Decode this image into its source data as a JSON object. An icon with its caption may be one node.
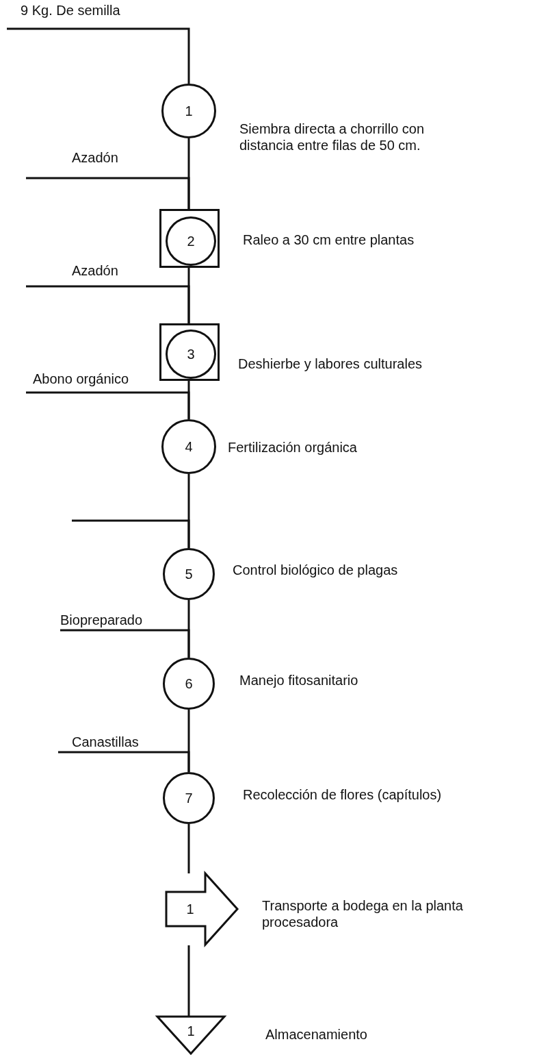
{
  "diagram": {
    "nodes": [
      {
        "text": [
          "9 Kg. De semilla"
        ]
      },
      {
        "text": [
          "1"
        ],
        "beside": [
          "Siembra directa a chorrillo con distancia entre filas de 50 cm."
        ]
      },
      {
        "text": [
          "Azadón"
        ]
      },
      {
        "text": [],
        "shape": "box",
        "beside": [
          "Raleo a 30 cm entre plantas"
        ]
      },
      {
        "text": [
          "2"
        ],
        "in": 3
      },
      {
        "text": [
          "Azadón"
        ]
      },
      {
        "text": [],
        "shape": "box",
        "beside": [
          "Deshierbe y labores culturales"
        ]
      },
      {
        "text": [
          "3"
        ],
        "in": 6
      },
      {
        "text": [
          "Abono orgánico"
        ]
      },
      {
        "text": [
          "4"
        ],
        "beside": [
          "Fertilización orgánica"
        ]
      },
      {
        "text": [
          "5"
        ],
        "beside": [
          "Control biológico de plagas"
        ]
      },
      {
        "text": [
          "Biopreparado"
        ]
      },
      {
        "text": [
          "6"
        ],
        "beside": [
          "Manejo fitosanitario"
        ]
      },
      {
        "text": [
          "Canastillas"
        ]
      },
      {
        "text": [
          "7"
        ],
        "beside": [
          "Recolección de flores (capítulos)"
        ]
      },
      {
        "text": [],
        "shape": "arrow",
        "beside": [
          "Transporte a bodega en la planta procesadora"
        ]
      },
      {
        "text": [
          "1"
        ],
        "in": 15
      },
      {
        "text": [],
        "shape": "triangle",
        "beside": [
          "Almacenamiento"
        ]
      },
      {
        "text": [
          "1"
        ],
        "in": 17
      }
    ],
    "edges": [
      {
        "from": 0,
        "to": 1,
        "arrow": "none"
      },
      {
        "from": 1,
        "to": 3,
        "arrow": "none"
      },
      {
        "from": 2,
        "to": 3,
        "arrow": "none"
      },
      {
        "from": 3,
        "to": 6,
        "arrow": "none"
      },
      {
        "from": 5,
        "to": 6,
        "arrow": "none"
      },
      {
        "from": 6,
        "to": 9,
        "arrow": "none"
      },
      {
        "from": 8,
        "to": 9,
        "arrow": "none"
      },
      {
        "from": 9,
        "to": 10,
        "arrow": "none"
      },
      {
        "from": null,
        "to": 10,
        "arrow": "none"
      },
      {
        "from": 10,
        "to": 12,
        "arrow": "none"
      },
      {
        "from": 11,
        "to": 12,
        "arrow": "none"
      },
      {
        "from": 12,
        "to": 14,
        "arrow": "none"
      },
      {
        "from": 13,
        "to": 14,
        "arrow": "none"
      },
      {
        "from": 14,
        "to": 15,
        "arrow": "none"
      },
      {
        "from": 15,
        "to": 17,
        "arrow": "none"
      }
    ]
  }
}
